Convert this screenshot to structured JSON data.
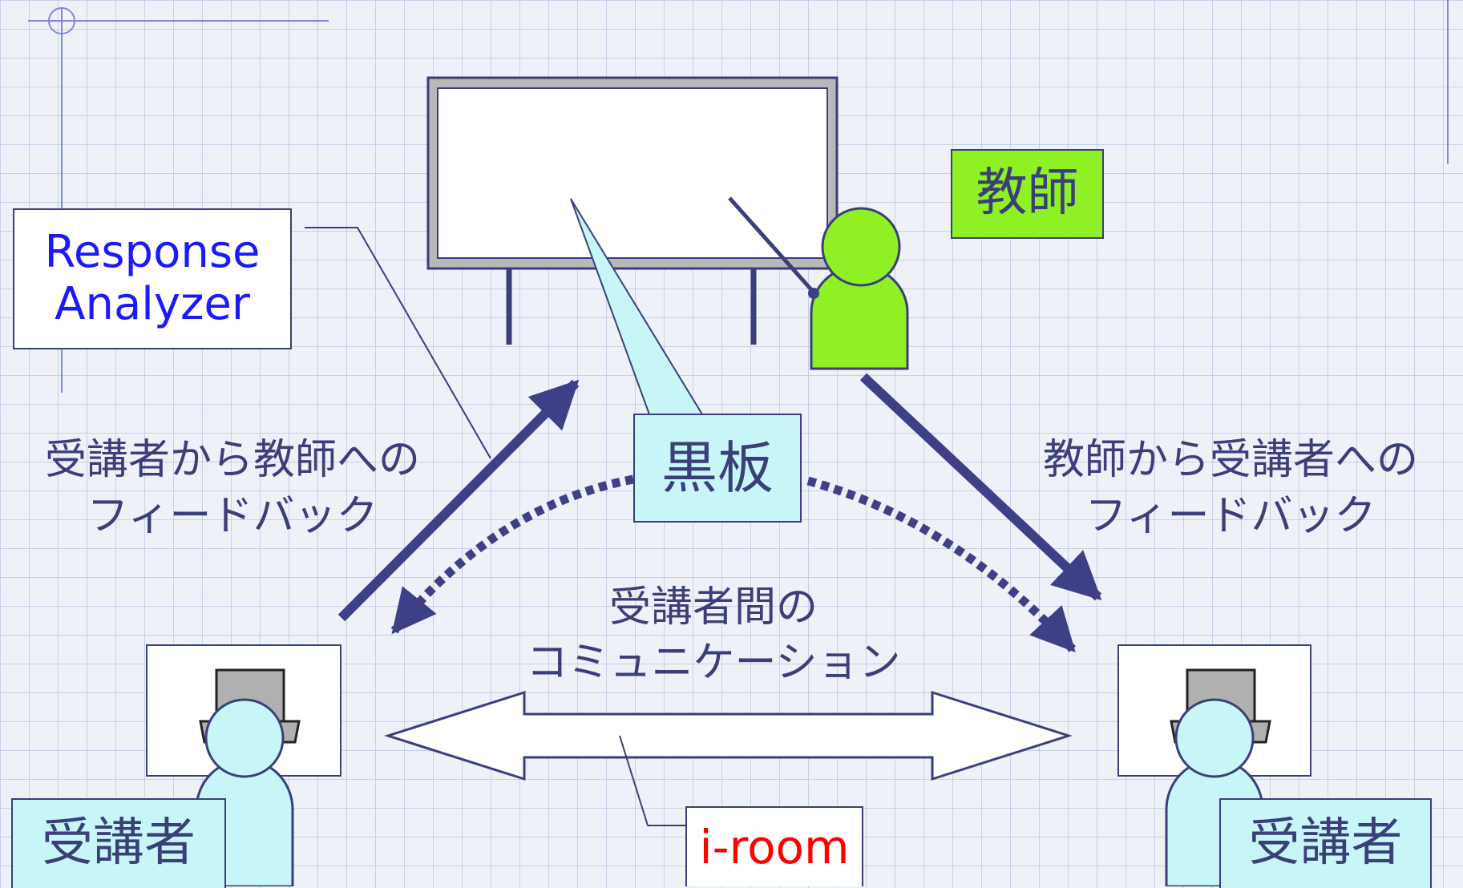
{
  "labels": {
    "response_analyzer": "Response Analyzer",
    "teacher": "教師",
    "blackboard": "黒板",
    "student_to_teacher": "受講者から教師への\nフィードバック",
    "teacher_to_student": "教師から受講者への\nフィードバック",
    "peer_communication": "受講者間の\nコミュニケーション",
    "student_left": "受講者",
    "student_right": "受講者",
    "iroom": "i-room"
  },
  "colors": {
    "arrow": "#3d4086",
    "teacher_fill": "#8ff024",
    "student_fill": "#c8f6f8",
    "label_blue": "#1a1aff",
    "label_red": "#ff0000"
  }
}
